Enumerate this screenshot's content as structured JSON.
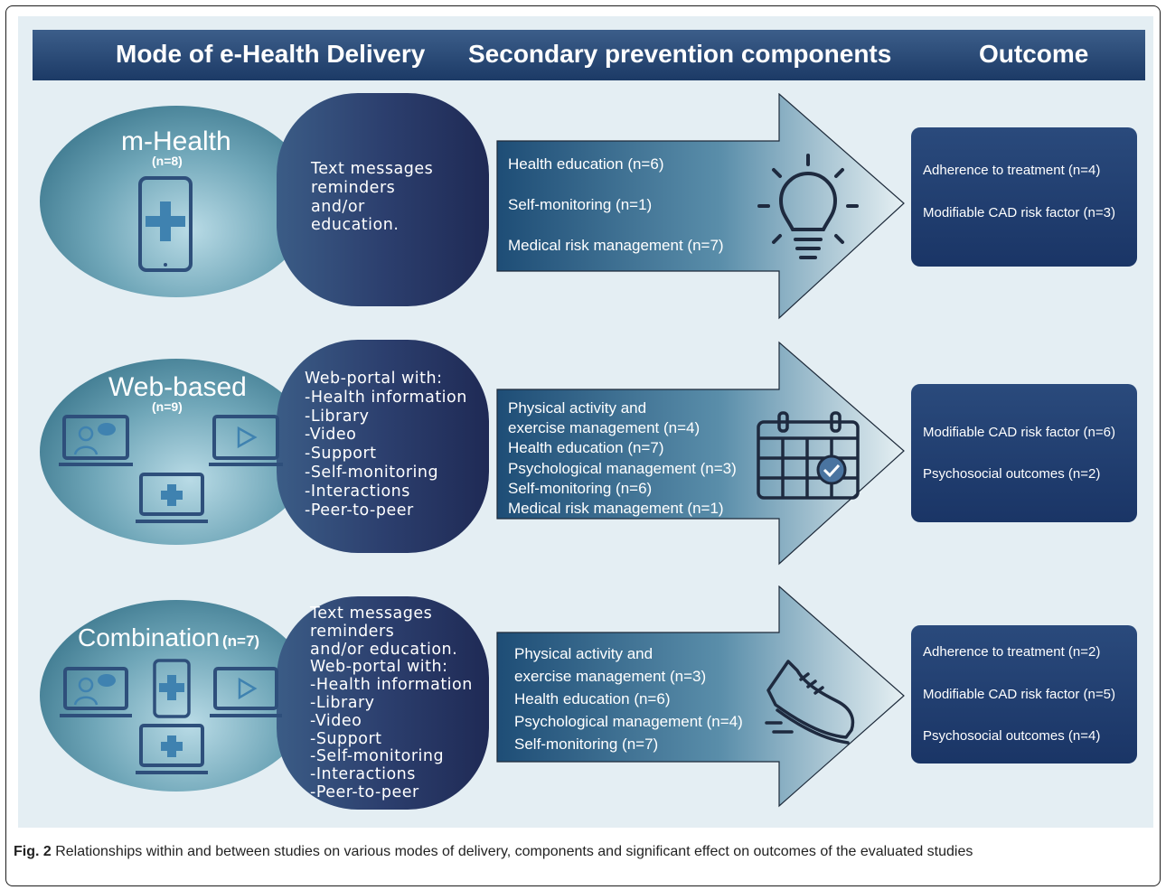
{
  "header": {
    "col1": "Mode of e-Health Delivery",
    "col2": "Secondary prevention components",
    "col3": "Outcome"
  },
  "rows": [
    {
      "mode": "m-Health",
      "n": "(n=8)",
      "blob_lines": [
        "Text messages",
        "reminders",
        "and/or",
        "education."
      ],
      "components": [
        "Health education (n=6)",
        "Self-monitoring (n=1)",
        "Medical risk management (n=7)"
      ],
      "outcomes": [
        "Adherence to treatment (n=4)",
        "Modifiable CAD risk factor (n=3)"
      ],
      "icon": "lightbulb-icon"
    },
    {
      "mode": "Web-based",
      "n": "(n=9)",
      "blob_lines": [
        "Web-portal with:",
        "-Health information",
        "-Library",
        "-Video",
        "-Support",
        "-Self-monitoring",
        "-Interactions",
        "-Peer-to-peer"
      ],
      "components": [
        "Physical activity and",
        "exercise management (n=4)",
        "Health education (n=7)",
        "Psychological management (n=3)",
        "Self-monitoring (n=6)",
        "Medical risk management (n=1)"
      ],
      "outcomes": [
        "Modifiable CAD risk factor (n=6)",
        "Psychosocial outcomes (n=2)"
      ],
      "icon": "calendar-check-icon"
    },
    {
      "mode": "Combination",
      "n": "(n=7)",
      "blob_lines": [
        "Text messages",
        "reminders",
        "and/or education.",
        "Web-portal with:",
        "-Health information",
        "-Library",
        "-Video",
        "-Support",
        "-Self-monitoring",
        "-Interactions",
        "-Peer-to-peer"
      ],
      "components": [
        "Physical activity and",
        "exercise management (n=3)",
        "Health education (n=6)",
        "Psychological management (n=4)",
        "Self-monitoring (n=7)"
      ],
      "outcomes": [
        "Adherence to treatment  (n=2)",
        "Modifiable CAD risk factor (n=5)",
        "Psychosocial outcomes (n=4)"
      ],
      "icon": "sneaker-icon"
    }
  ],
  "caption": {
    "label": "Fig. 2",
    "text": " Relationships within and between studies on various modes of delivery, components and significant effect on outcomes of the evaluated studies"
  },
  "colors": {
    "header_bg": "#1c3a66",
    "panel_bg": "#e4eef3",
    "box_bg": "#1a3566",
    "ellipse_light": "#b9dbe6",
    "device_blue": "#2e4f7b"
  }
}
